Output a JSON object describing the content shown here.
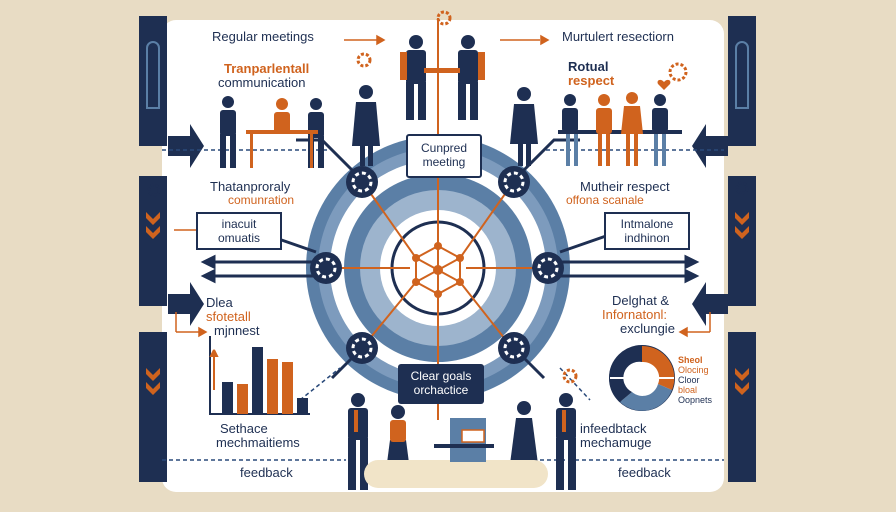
{
  "colors": {
    "navy": "#1e2f52",
    "orange": "#d0631e",
    "steel_blue": "#5b7fa6",
    "light_blue": "#b7c9dc",
    "cream": "#e8dcc4",
    "panel": "#ffffff"
  },
  "labels": {
    "regular_meetings": "Regular meetings",
    "mutual_resection": "Murtulert resectiorn",
    "transparent": "Tranparlentall",
    "communication": "communication",
    "rotual": "Rotual",
    "respect": "respect",
    "temporaly": "Thatanproraly",
    "communion": "comunration",
    "mutheir_respect": "Mutheir respect",
    "offona_scanale": "offona scanale",
    "inacuit": "inacuit",
    "omuatis": "omuatis",
    "intmalone": "Intmalone",
    "indhinon": "indhinon",
    "dlea": "Dlea",
    "sfotetall": "sfotetall",
    "mjnnest": "mjnnest",
    "delghat": "Delghat &",
    "informational": "Infornatonl:",
    "exclungie": "exclungie",
    "setface": "Sethace",
    "mechanisms": "mechmaitiems",
    "feedback_left": "feedback",
    "infeedback": "infeedbtack",
    "mechanuge": "mechamuge",
    "feedback_right": "feedback",
    "legend_1": "Sheol",
    "legend_2": "Olocing",
    "legend_3": "Cloor",
    "legend_4": "bloal",
    "legend_5": "Oopnets"
  },
  "center_boxes": {
    "top_line1": "Cunpred",
    "top_line2": "meeting",
    "bottom_line1": "Clear goals",
    "bottom_line2": "orchactice"
  },
  "bar_chart": {
    "values": [
      32,
      30,
      67,
      55,
      52,
      16
    ],
    "colors": [
      "#1e2f52",
      "#d0631e",
      "#1e2f52",
      "#d0631e",
      "#d0631e",
      "#1e2f52"
    ]
  },
  "donut": {
    "segments": [
      35,
      25,
      40
    ]
  }
}
